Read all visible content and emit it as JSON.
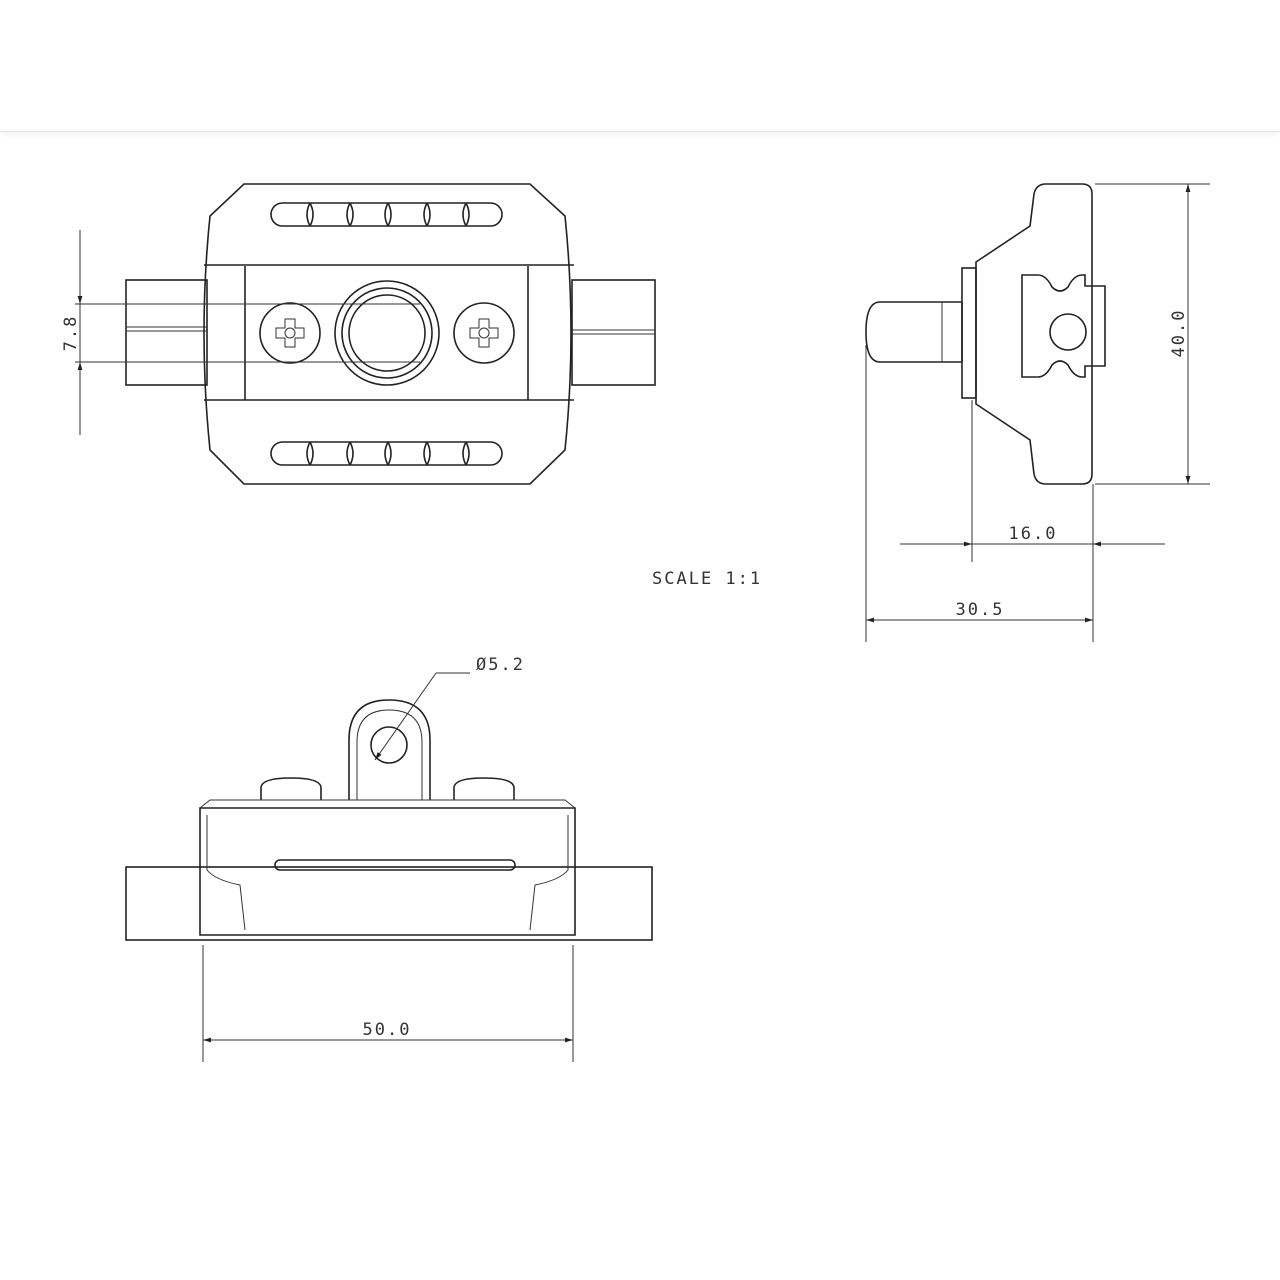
{
  "drawing": {
    "scale_label": "SCALE  1:1",
    "dimensions": {
      "slot_height": "7.8",
      "height": "40.0",
      "depth_body": "16.0",
      "depth_total": "30.5",
      "hole_diameter": "Ø5.2",
      "width": "50.0"
    }
  }
}
